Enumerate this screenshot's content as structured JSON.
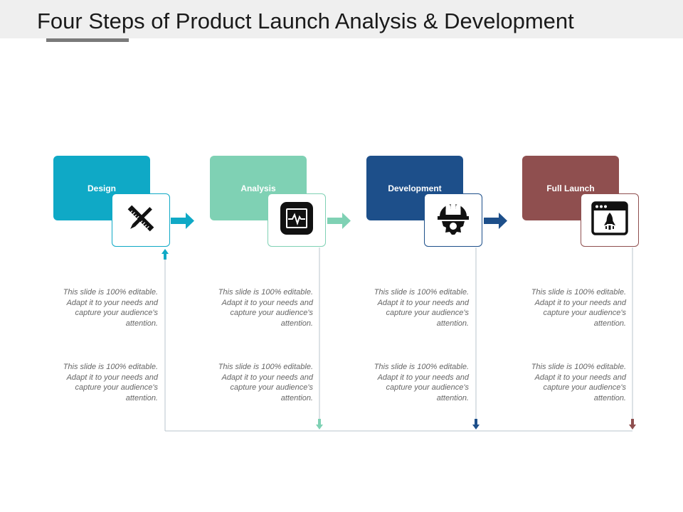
{
  "title": "Four Steps of Product Launch Analysis & Development",
  "steps": [
    {
      "label": "Design",
      "color": "#0fa9c6",
      "icon": "pencil-ruler-icon",
      "text1": "This slide is 100% editable. Adapt it to your needs and capture your audience's attention.",
      "text2": "This slide is 100% editable. Adapt it to your needs and capture your audience's attention."
    },
    {
      "label": "Analysis",
      "color": "#7fd1b4",
      "icon": "monitor-pulse-icon",
      "text1": "This slide is 100% editable. Adapt it to your needs and capture your audience's attention.",
      "text2": "This slide is 100% editable. Adapt it to your needs and capture your audience's attention."
    },
    {
      "label": "Development",
      "color": "#1d4f8a",
      "icon": "worker-gear-icon",
      "text1": "This slide is 100% editable. Adapt it to your needs and capture your audience's attention.",
      "text2": "This slide is 100% editable. Adapt it to your needs and capture your audience's attention."
    },
    {
      "label": "Full Launch",
      "color": "#8f4f4f",
      "icon": "browser-rocket-icon",
      "text1": "This slide is 100% editable. Adapt it to your needs and capture your audience's attention.",
      "text2": "This slide is 100% editable. Adapt it to your needs and capture your audience's attention."
    }
  ]
}
